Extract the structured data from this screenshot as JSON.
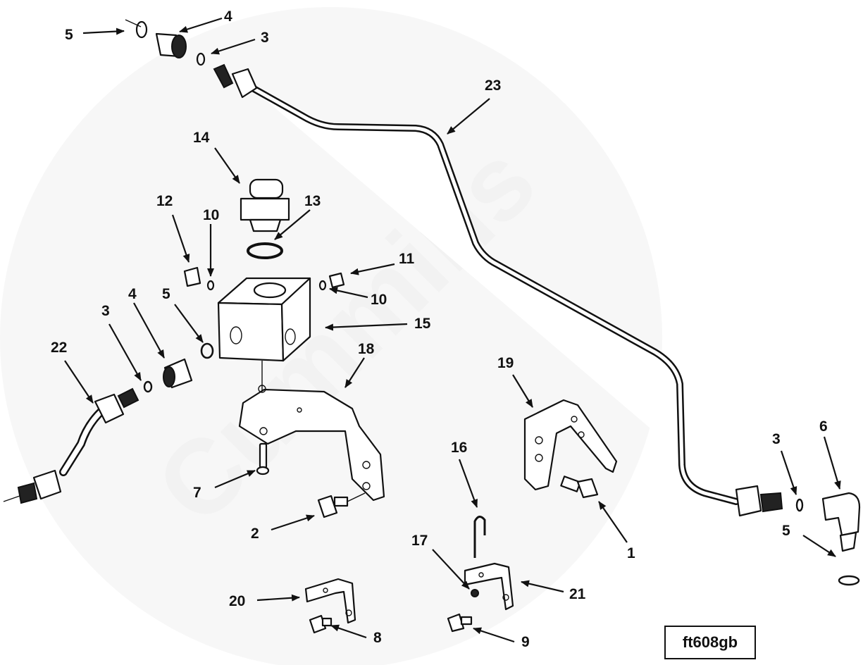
{
  "watermark": {
    "text": "Cummins"
  },
  "figure_code": "ft608gb",
  "callouts": {
    "c1": "1",
    "c2": "2",
    "c3a": "3",
    "c3b": "3",
    "c3c": "3",
    "c4a": "4",
    "c4b": "4",
    "c5a": "5",
    "c5b": "5",
    "c5c": "5",
    "c6": "6",
    "c7": "7",
    "c8": "8",
    "c9": "9",
    "c10a": "10",
    "c10b": "10",
    "c11": "11",
    "c12": "12",
    "c13": "13",
    "c14": "14",
    "c15": "15",
    "c16": "16",
    "c17": "17",
    "c18": "18",
    "c19": "19",
    "c20": "20",
    "c21": "21",
    "c22": "22",
    "c23": "23"
  }
}
